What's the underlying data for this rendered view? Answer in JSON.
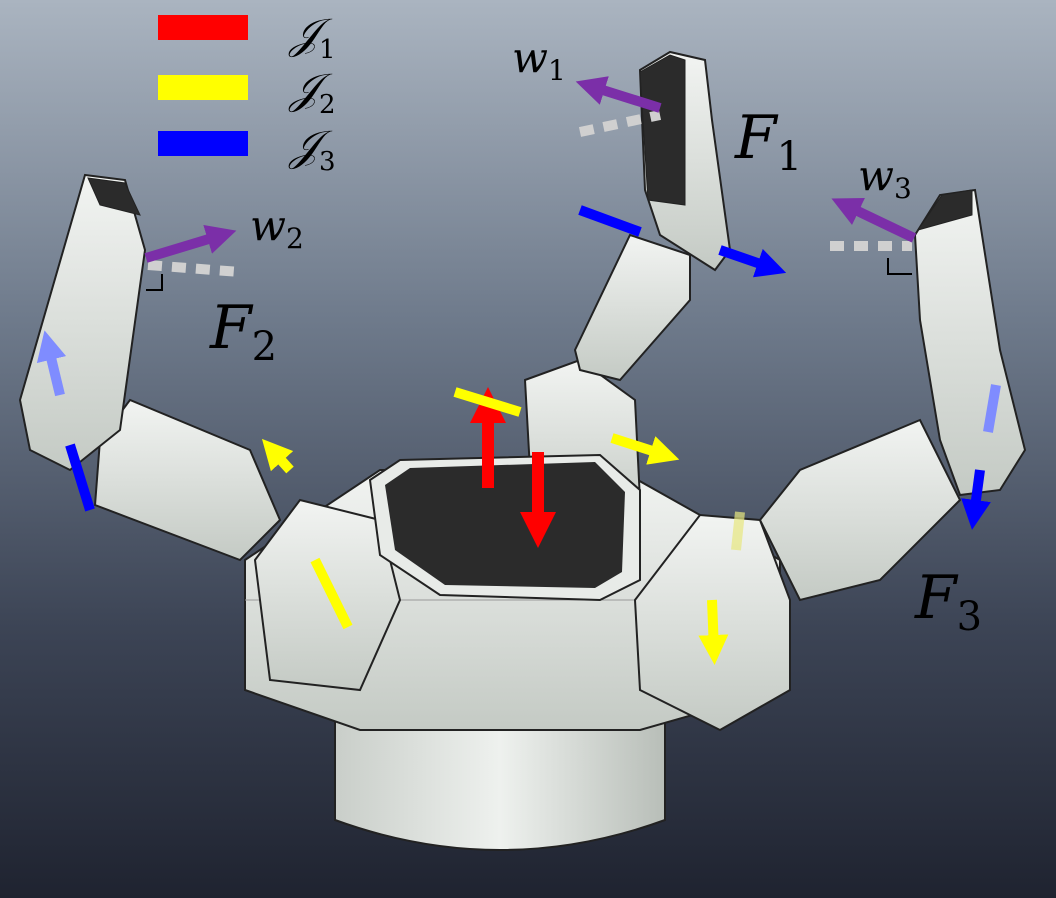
{
  "legend": [
    {
      "symbol": "𝒥",
      "sub": "1",
      "color": "#ff0000"
    },
    {
      "symbol": "𝒥",
      "sub": "2",
      "color": "#ffff00"
    },
    {
      "symbol": "𝒥",
      "sub": "3",
      "color": "#0000ff"
    }
  ],
  "fingers": [
    {
      "symbol": "F",
      "sub": "1"
    },
    {
      "symbol": "F",
      "sub": "2"
    },
    {
      "symbol": "F",
      "sub": "3"
    }
  ],
  "weights": [
    {
      "symbol": "w",
      "sub": "1"
    },
    {
      "symbol": "w",
      "sub": "2"
    },
    {
      "symbol": "w",
      "sub": "3"
    }
  ],
  "colors": {
    "robot_body": "#dfe3df",
    "robot_shadow": "#b9bfb9",
    "pad": "#2b2b2b",
    "weight_arrow": "#7b2fa8",
    "dashed_line": "#d0d0d0"
  }
}
